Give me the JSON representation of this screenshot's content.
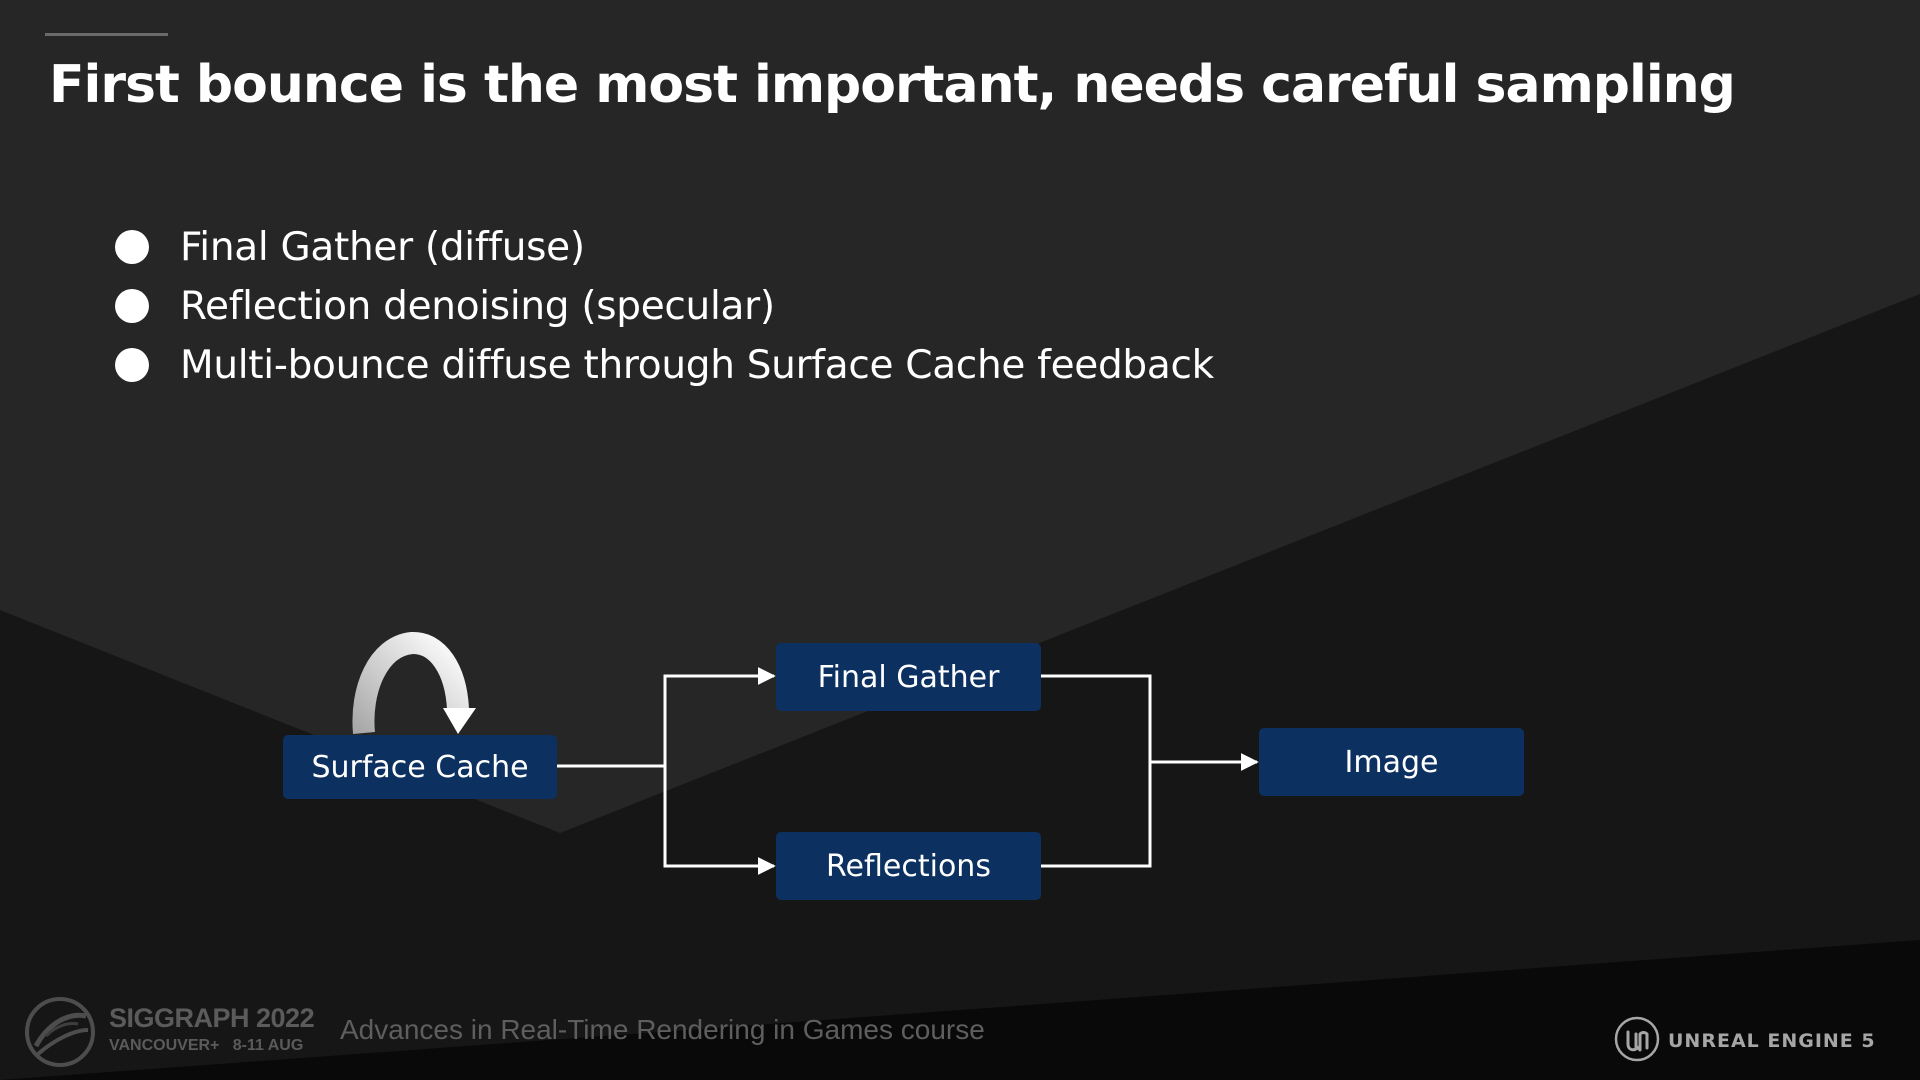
{
  "slide": {
    "title": "First bounce is the most important, needs careful sampling",
    "bullets": [
      "Final Gather (diffuse)",
      "Reflection denoising (specular)",
      "Multi-bounce diffuse through Surface Cache feedback"
    ]
  },
  "diagram": {
    "nodes": {
      "surface_cache": "Surface Cache",
      "final_gather": "Final Gather",
      "reflections": "Reflections",
      "image": "Image"
    },
    "edges": [
      [
        "Surface Cache",
        "Surface Cache"
      ],
      [
        "Surface Cache",
        "Final Gather"
      ],
      [
        "Surface Cache",
        "Reflections"
      ],
      [
        "Final Gather",
        "Image"
      ],
      [
        "Reflections",
        "Image"
      ]
    ]
  },
  "footer": {
    "event_title": "SIGGRAPH 2022",
    "event_location": "VANCOUVER+",
    "event_dates": "8-11 AUG",
    "course": "Advances in Real-Time Rendering in Games course",
    "brand": "UNREAL ENGINE 5"
  },
  "colors": {
    "background": "#262626",
    "node_fill": "#0c3161",
    "text": "#ffffff"
  }
}
